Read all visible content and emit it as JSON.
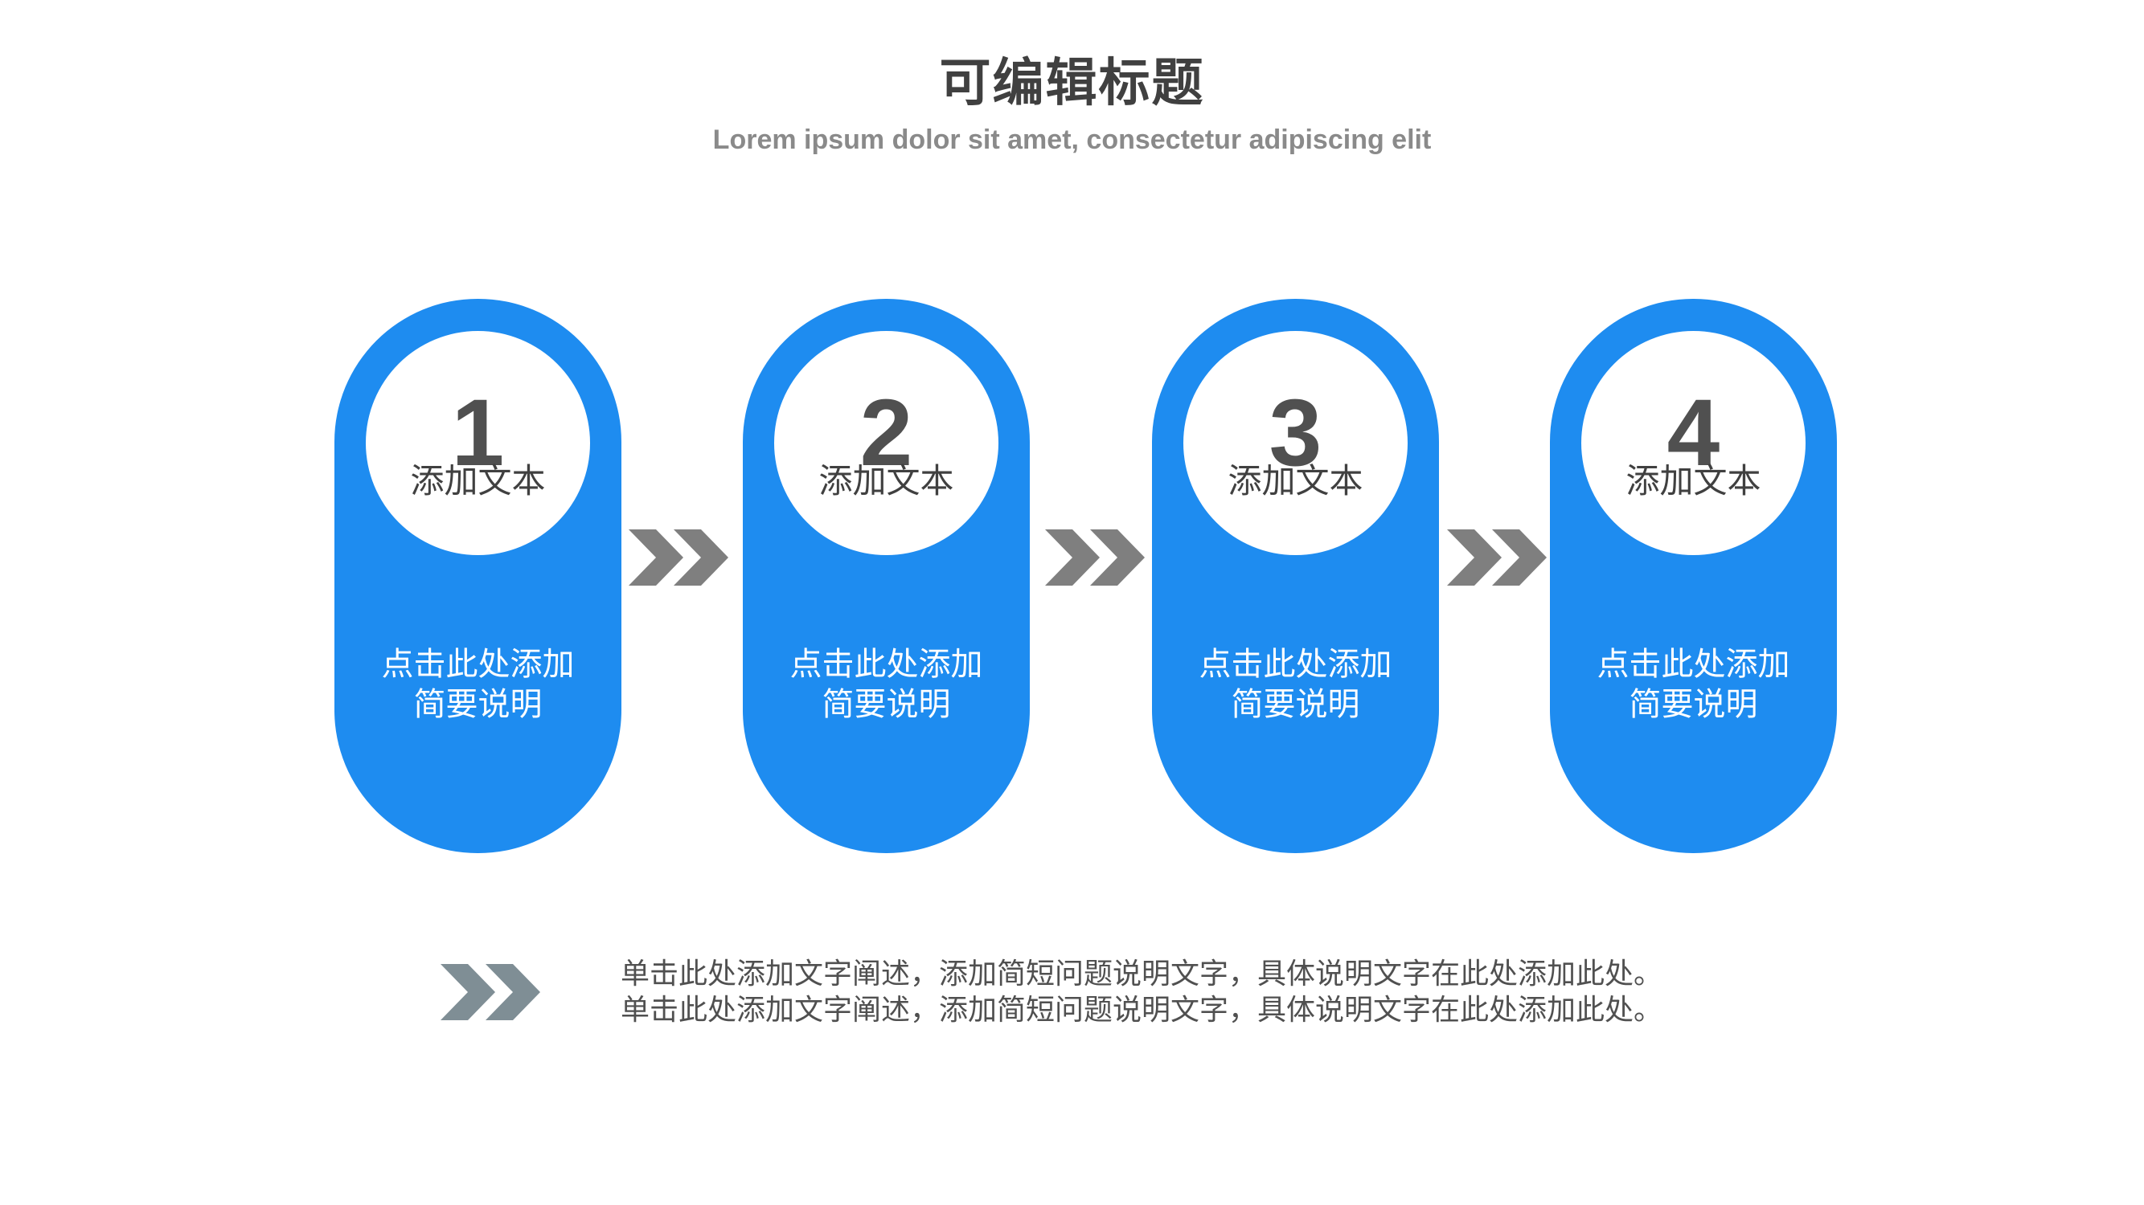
{
  "header": {
    "title": "可编辑标题",
    "subtitle": "Lorem ipsum dolor sit amet, consectetur adipiscing elit"
  },
  "steps": [
    {
      "number": "1",
      "label": "添加文本",
      "desc_line1": "点击此处添加",
      "desc_line2": "简要说明"
    },
    {
      "number": "2",
      "label": "添加文本",
      "desc_line1": "点击此处添加",
      "desc_line2": "简要说明"
    },
    {
      "number": "3",
      "label": "添加文本",
      "desc_line1": "点击此处添加",
      "desc_line2": "简要说明"
    },
    {
      "number": "4",
      "label": "添加文本",
      "desc_line1": "点击此处添加",
      "desc_line2": "简要说明"
    }
  ],
  "footer": {
    "line1": "单击此处添加文字阐述，添加简短问题说明文字，具体说明文字在此处添加此处。",
    "line2": "单击此处添加文字阐述，添加简短问题说明文字，具体说明文字在此处添加此处。"
  },
  "colors": {
    "accent": "#1e8cf0",
    "arrow": "#7f7f7f",
    "footer_arrow": "#7f8e95",
    "title": "#404040"
  },
  "icons": {
    "step_arrow": "double-chevron-right-icon",
    "footer_arrow": "double-chevron-right-icon"
  }
}
